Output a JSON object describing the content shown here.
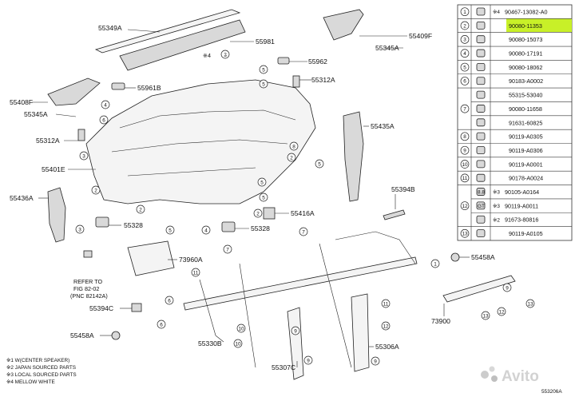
{
  "diagram": {
    "callouts": [
      "55349A",
      "55981",
      "55409F",
      "55345A",
      "55962",
      "55312A",
      "55961B",
      "55408F",
      "55345A",
      "55435A",
      "55312A",
      "55401E",
      "55436A",
      "55394B",
      "55416A",
      "55328",
      "55328",
      "55458A",
      "73960A",
      "55394C",
      "55458A",
      "55330B",
      "55306A",
      "55307C",
      "73900"
    ],
    "refer_note": [
      "REFER TO",
      "FIG 82-02",
      "(PNC 82142A)"
    ],
    "inline_notes": {
      "circle4_two": "※4",
      "dash": "-"
    },
    "legend": [
      "※1 W(CENTER SPEAKER)",
      "※2 JAPAN SOURCED PARTS",
      "※3 LOCAL SOURCED PARTS",
      "※4 MELLOW WHITE"
    ],
    "figure_code": "553206A",
    "watermark": "Avito"
  },
  "parts_table": {
    "highlight_color": "#c8f028",
    "rows": [
      {
        "num": "1",
        "mark": "※4",
        "part": "90467-13082-A0",
        "highlight": false
      },
      {
        "num": "2",
        "mark": "",
        "part": "90080-11353",
        "highlight": true
      },
      {
        "num": "3",
        "mark": "",
        "part": "90080-15073",
        "highlight": false
      },
      {
        "num": "4",
        "mark": "",
        "part": "90080-17191",
        "highlight": false
      },
      {
        "num": "5",
        "mark": "",
        "part": "90080-18062",
        "highlight": false
      },
      {
        "num": "6",
        "mark": "",
        "part": "90183-A0002",
        "highlight": false
      },
      {
        "num": "7a",
        "mark": "",
        "part": "55315-53040",
        "highlight": false
      },
      {
        "num": "7",
        "mark": "",
        "part": "90080-11658",
        "highlight": false
      },
      {
        "num": "7b",
        "mark": "",
        "part": "91631-60825",
        "highlight": false
      },
      {
        "num": "8",
        "mark": "",
        "part": "90119-A0305",
        "highlight": false
      },
      {
        "num": "9",
        "mark": "",
        "part": "90119-A0306",
        "highlight": false
      },
      {
        "num": "10",
        "mark": "",
        "part": "90119-A0001",
        "highlight": false
      },
      {
        "num": "11",
        "mark": "",
        "part": "90178-A0024",
        "highlight": false
      },
      {
        "num": "12a",
        "mark": "※3",
        "part": "90105-A0164",
        "highlight": false,
        "sub": "8.8"
      },
      {
        "num": "12",
        "mark": "※3",
        "part": "90119-A0011",
        "highlight": false,
        "sub": "GT"
      },
      {
        "num": "12b",
        "mark": "※2",
        "part": "91673-80816",
        "highlight": false
      },
      {
        "num": "13",
        "mark": "",
        "part": "90119-A0105",
        "highlight": false
      }
    ]
  }
}
